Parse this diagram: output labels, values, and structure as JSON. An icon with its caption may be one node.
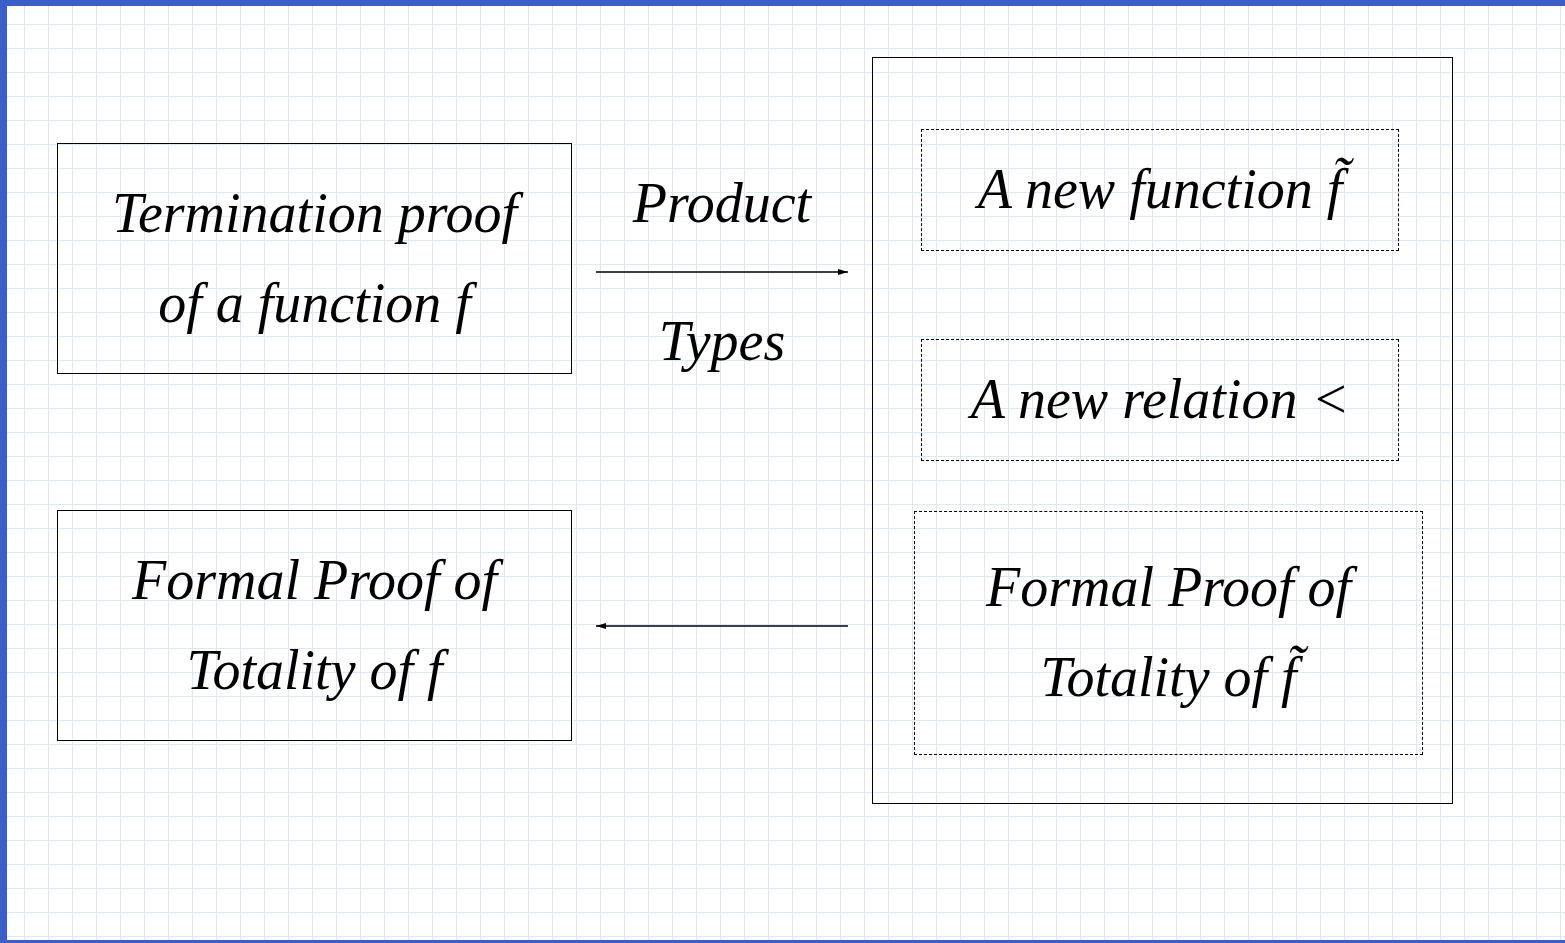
{
  "diagram": {
    "nodes": [
      {
        "text": [
          "Termination proof of a function f"
        ]
      },
      {
        "text": [],
        "shape": "box"
      },
      {
        "text": [
          "A new function f̃"
        ],
        "in": 1
      },
      {
        "text": [
          "A new relation <"
        ],
        "in": 1
      },
      {
        "text": [
          "Formal Proof of Totality of f̃"
        ],
        "in": 1
      },
      {
        "text": [
          "Formal Proof of Totality of f"
        ]
      }
    ],
    "edges": [
      {
        "from": 0,
        "to": 1,
        "arrow": "to",
        "label": "Product Types"
      },
      {
        "from": 1,
        "to": 5,
        "arrow": "to"
      }
    ]
  }
}
